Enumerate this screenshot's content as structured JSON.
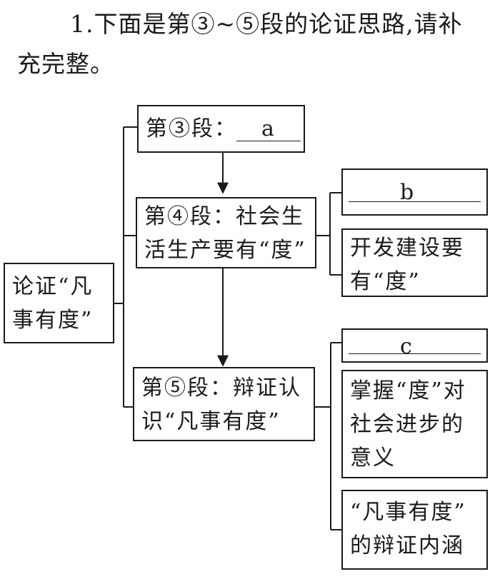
{
  "question": {
    "line1": "1.下面是第③~⑤段的论证思路,请补",
    "line2": "充完整。"
  },
  "diagram": {
    "root": {
      "line1": "论证“凡",
      "line2": "事有度”"
    },
    "para3": {
      "label": "第③段：",
      "blank": "a"
    },
    "para4": {
      "line1": "第④段：社会生",
      "line2": "活生产要有“度”"
    },
    "para4_sub_b": {
      "blank": "b"
    },
    "para4_sub_2": {
      "line1": "开发建设要",
      "line2": "有“度”"
    },
    "para5": {
      "line1": "第⑤段：辩证认",
      "line2": "识“凡事有度”"
    },
    "para5_sub_c": {
      "blank": "c"
    },
    "para5_sub_2": {
      "line1": "掌握“度”对",
      "line2": "社会进步的",
      "line3": "意义"
    },
    "para5_sub_3": {
      "line1": "“凡事有度”",
      "line2": "的辩证内涵"
    }
  }
}
